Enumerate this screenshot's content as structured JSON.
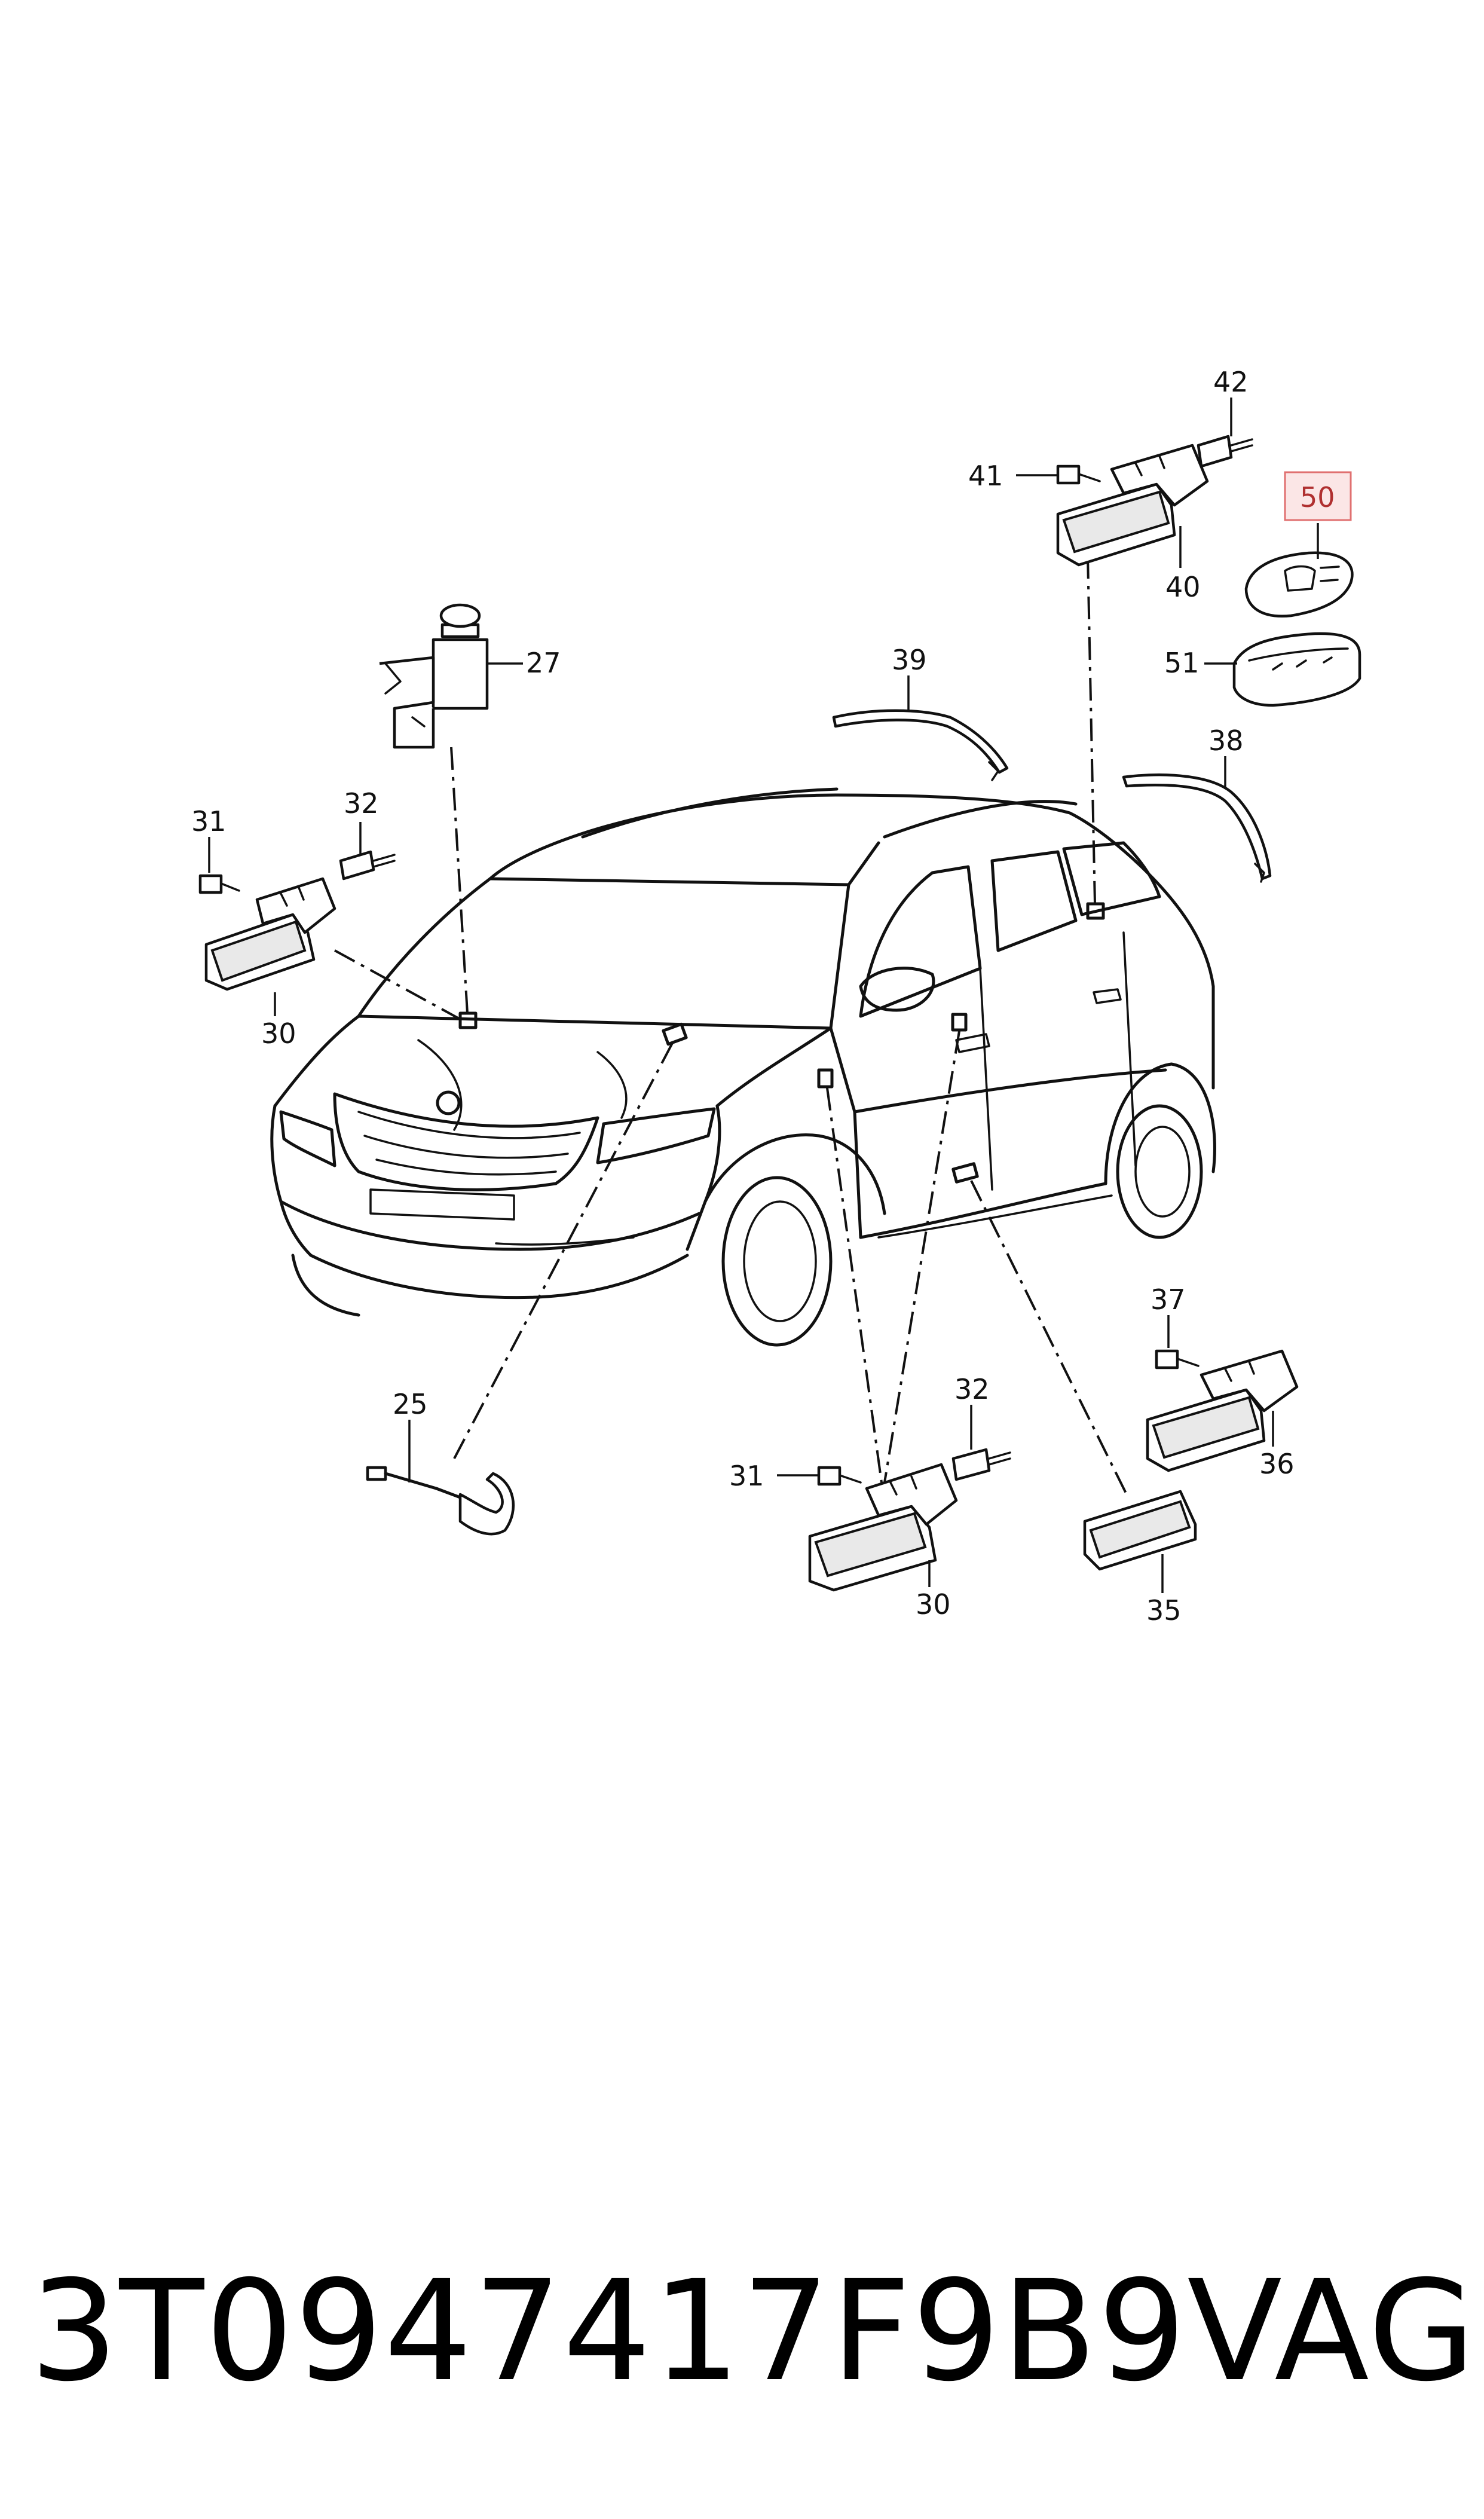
{
  "callouts": {
    "c25": "25",
    "c27": "27",
    "c30a": "30",
    "c31a": "31",
    "c32a": "32",
    "c30b": "30",
    "c31b": "31",
    "c32b": "32",
    "c35": "35",
    "c36": "36",
    "c37": "37",
    "c38": "38",
    "c39": "39",
    "c40": "40",
    "c41": "41",
    "c42": "42",
    "c50": "50",
    "c51": "51"
  },
  "highlight_color": "#e07070",
  "footer": {
    "part_number": "3T0947417F9B9",
    "brand": "VAG"
  }
}
